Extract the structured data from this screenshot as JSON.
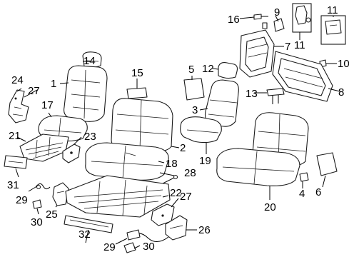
{
  "callouts": [
    "1",
    "2",
    "3",
    "4",
    "5",
    "6",
    "7",
    "8",
    "9",
    "10",
    "11",
    "11",
    "12",
    "13",
    "14",
    "15",
    "16",
    "17",
    "18",
    "19",
    "20",
    "21",
    "22",
    "23",
    "24",
    "25",
    "26",
    "27",
    "27",
    "28",
    "29",
    "29",
    "30",
    "30",
    "31",
    "32"
  ]
}
